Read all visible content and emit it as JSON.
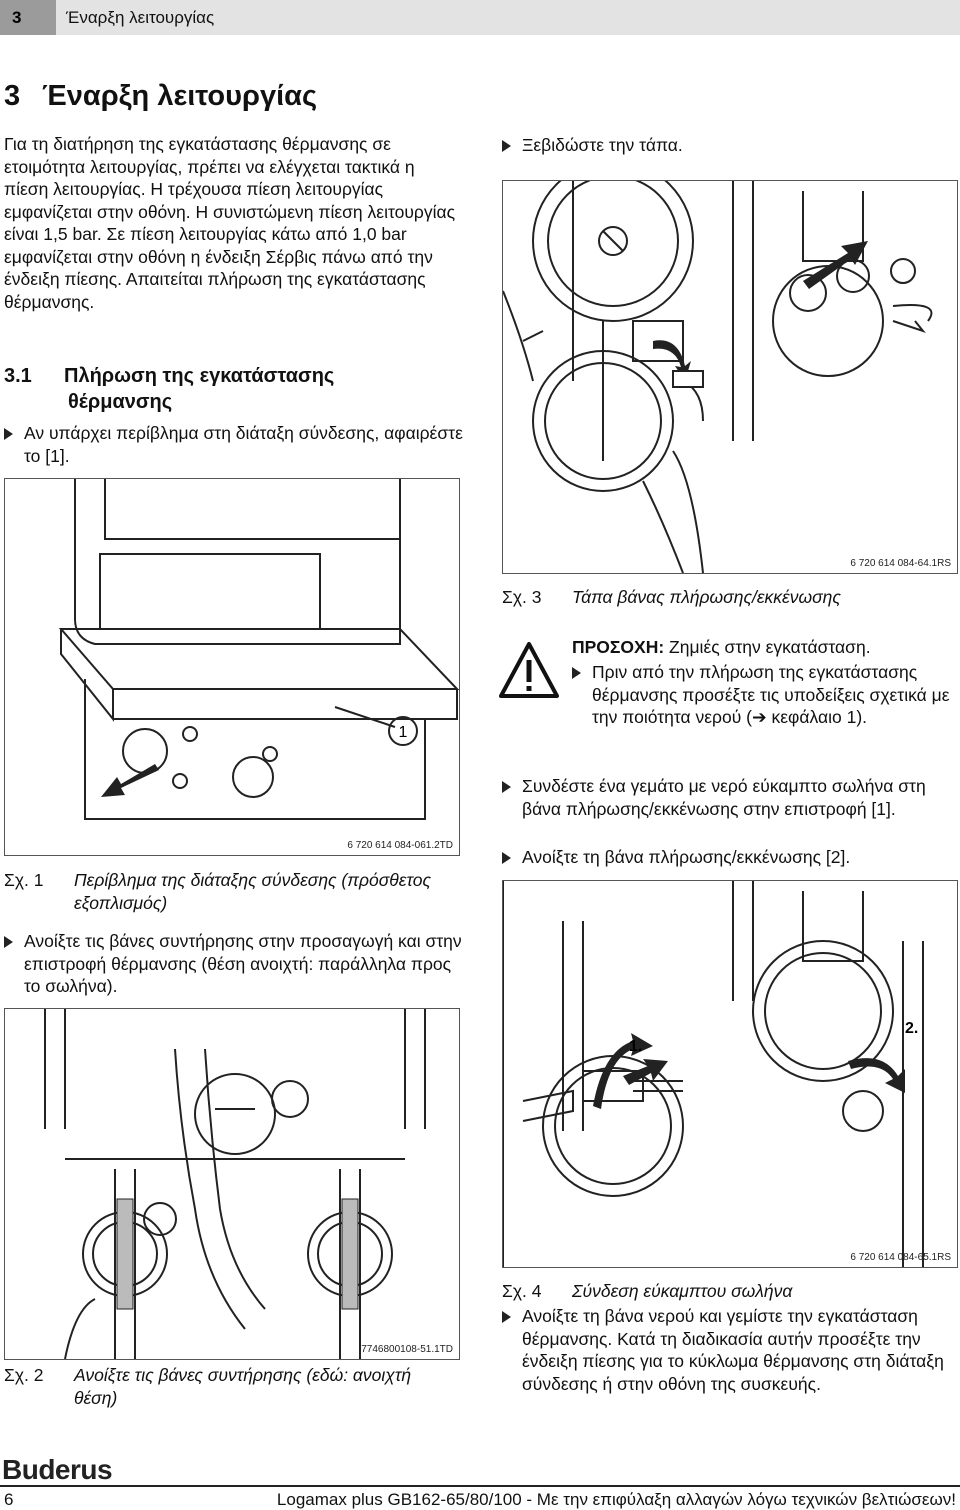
{
  "header": {
    "chapter_number": "3",
    "chapter_title": "Έναρξη λειτουργίας"
  },
  "section": {
    "number": "3",
    "title": "Έναρξη λειτουργίας"
  },
  "intro_paragraph": "Για τη διατήρηση της εγκατάστασης θέρμανσης σε ετοιμότητα λειτουργίας, πρέπει να ελέγχεται τακτικά η πίεση λειτουργίας. Η τρέχουσα πίεση λειτουργίας εμφανίζεται στην οθόνη. Η συνιστώμενη πίεση λειτουργίας είναι 1,5 bar. Σε πίεση λειτουργίας κάτω από 1,0 bar εμφανίζεται στην οθόνη η ένδειξη Σέρβις πάνω από την ένδειξη πίεσης. Απαιτείται πλήρωση της εγκατάστασης θέρμανσης.",
  "subsection": {
    "number": "3.1",
    "title_line1": "Πλήρωση της εγκατάστασης",
    "title_line2": "θέρμανσης"
  },
  "steps_left": {
    "remove_casing": "Αν υπάρχει περίβλημα στη διάταξη σύνδεσης, αφαιρέστε το [1].",
    "open_valves": "Ανοίξτε τις βάνες συντήρησης στην προσαγωγή και στην επιστροφή θέρμανσης (θέση ανοιχτή: παράλληλα προς το σωλήνα)."
  },
  "steps_right": {
    "unscrew_cap": "Ξεβιδώστε την τάπα.",
    "connect_hose": "Συνδέστε ένα γεμάτο με νερό εύκαμπτο σωλήνα στη βάνα πλήρωσης/εκκένωσης στην επιστροφή [1].",
    "open_fill_valve": "Ανοίξτε τη βάνα πλήρωσης/εκκένωσης [2].",
    "fill_system": "Ανοίξτε τη βάνα νερού και γεμίστε την εγκατάσταση θέρμανσης. Κατά τη διαδικασία αυτήν προσέξτε την ένδειξη πίεσης για το κύκλωμα θέρμανσης στη διάταξη σύνδεσης ή στην οθόνη της συσκευής."
  },
  "figures": {
    "fig1": {
      "label": "Σχ. 1",
      "caption": "Περίβλημα της διάταξης σύνδεσης (πρόσθετος εξοπλισμός)",
      "id": "6 720 614 084-061.2TD",
      "callout": "1"
    },
    "fig2": {
      "label": "Σχ. 2",
      "caption": "Ανοίξτε τις βάνες συντήρησης (εδώ: ανοιχτή θέση)",
      "id": "7746800108-51.1TD"
    },
    "fig3": {
      "label": "Σχ. 3",
      "caption": "Τάπα βάνας πλήρωσης/εκκένωσης",
      "id": "6 720 614 084-64.1RS"
    },
    "fig4": {
      "label": "Σχ. 4",
      "caption": "Σύνδεση εύκαμπτου σωλήνα",
      "id": "6 720 614 084-65.1RS",
      "step1": "1.",
      "step2": "2."
    }
  },
  "warning": {
    "title_bold": "ΠΡΟΣΟΧΗ:",
    "title_rest": " Ζημιές στην εγκατάσταση.",
    "step": "Πριν από την πλήρωση της εγκατάστασης θέρμανσης προσέξτε τις υποδείξεις σχετικά με την ποιότητα νερού (➔ κεφάλαιο 1)."
  },
  "footer": {
    "brand": "Buderus",
    "page": "6",
    "text": "Logamax plus GB162-65/80/100 - Με την επιφύλαξη αλλαγών λόγω τεχνικών βελτιώσεων!"
  }
}
